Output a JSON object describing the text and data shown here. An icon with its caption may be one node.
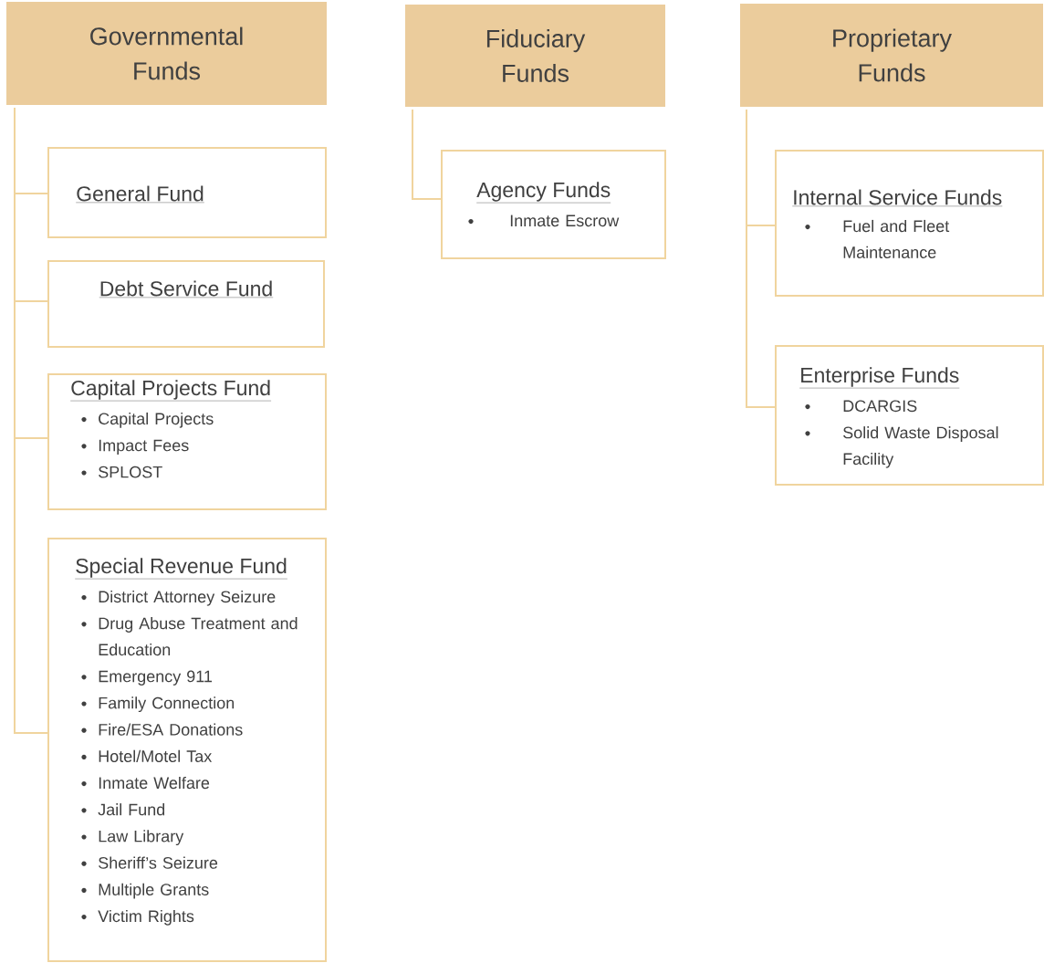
{
  "diagram": {
    "nodes": [
      {
        "text": [
          "Governmental Funds"
        ]
      },
      {
        "text": [
          "General Fund"
        ]
      },
      {
        "text": [
          "Debt Service Fund"
        ]
      },
      {
        "text": [
          "Capital Projects Fund",
          "Capital Projects",
          "Impact Fees",
          "SPLOST"
        ]
      },
      {
        "text": [
          "Special Revenue Fund",
          "District Attorney Seizure",
          "Drug Abuse Treatment and Education",
          "Emergency 911",
          "Family Connection",
          "Fire/ESA Donations",
          "Hotel/Motel Tax",
          "Inmate Welfare",
          "Jail Fund",
          "Law Library",
          "Sheriff’s Seizure",
          "Multiple Grants",
          "Victim Rights"
        ]
      },
      {
        "text": [
          "Fiduciary Funds"
        ]
      },
      {
        "text": [
          "Agency Funds",
          "Inmate Escrow"
        ]
      },
      {
        "text": [
          "Proprietary Funds"
        ]
      },
      {
        "text": [
          "Internal Service Funds",
          "Fuel and Fleet Maintenance"
        ]
      },
      {
        "text": [
          "Enterprise Funds",
          "DCARGIS",
          "Solid Waste Disposal Facility"
        ]
      }
    ],
    "edges": [
      {
        "from": 0,
        "to": 1,
        "arrow": "none"
      },
      {
        "from": 0,
        "to": 2,
        "arrow": "none"
      },
      {
        "from": 0,
        "to": 3,
        "arrow": "none"
      },
      {
        "from": 0,
        "to": 4,
        "arrow": "none"
      },
      {
        "from": 5,
        "to": 6,
        "arrow": "none"
      },
      {
        "from": 7,
        "to": 8,
        "arrow": "none"
      },
      {
        "from": 7,
        "to": 9,
        "arrow": "none"
      }
    ]
  }
}
